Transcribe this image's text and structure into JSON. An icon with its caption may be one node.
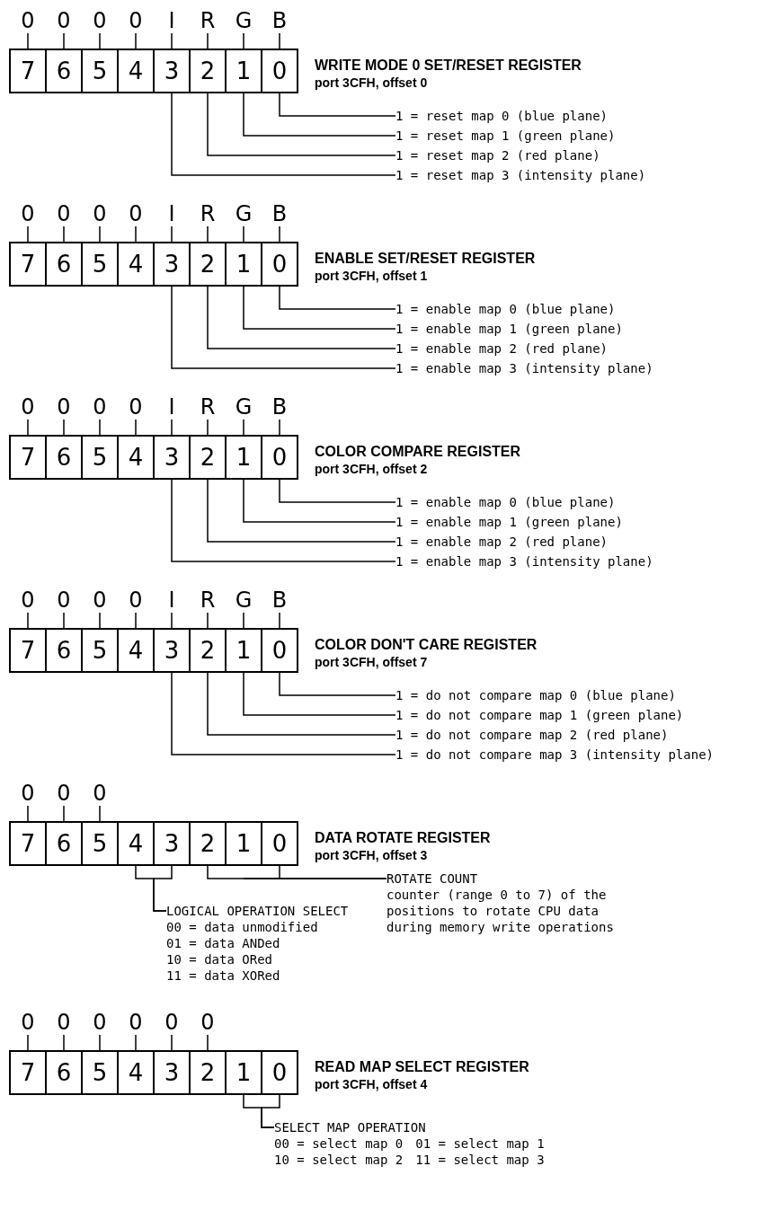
{
  "diagram": {
    "nodes": [
      {
        "text": [
          "WRITE MODE 0 SET/RESET REGISTER",
          "port 3CFH, offset 0"
        ]
      },
      {
        "text": [
          "0"
        ]
      },
      {
        "text": [
          "0"
        ]
      },
      {
        "text": [
          "0"
        ]
      },
      {
        "text": [
          "0"
        ]
      },
      {
        "text": [
          "I"
        ]
      },
      {
        "text": [
          "R"
        ]
      },
      {
        "text": [
          "G"
        ]
      },
      {
        "text": [
          "B"
        ]
      },
      {
        "text": [
          "7"
        ],
        "in": 0
      },
      {
        "text": [
          "6"
        ],
        "in": 0
      },
      {
        "text": [
          "5"
        ],
        "in": 0
      },
      {
        "text": [
          "4"
        ],
        "in": 0
      },
      {
        "text": [
          "3"
        ],
        "in": 0
      },
      {
        "text": [
          "2"
        ],
        "in": 0
      },
      {
        "text": [
          "1"
        ],
        "in": 0
      },
      {
        "text": [
          "0"
        ],
        "in": 0
      },
      {
        "text": [
          "1 = reset map 0 (blue plane)"
        ]
      },
      {
        "text": [
          "1 = reset map 1 (green plane)"
        ]
      },
      {
        "text": [
          "1 = reset map 2 (red plane)"
        ]
      },
      {
        "text": [
          "1 = reset map 3 (intensity plane)"
        ]
      },
      {
        "text": [
          "ENABLE SET/RESET REGISTER",
          "port 3CFH, offset 1"
        ]
      },
      {
        "text": [
          "0"
        ]
      },
      {
        "text": [
          "0"
        ]
      },
      {
        "text": [
          "0"
        ]
      },
      {
        "text": [
          "0"
        ]
      },
      {
        "text": [
          "I"
        ]
      },
      {
        "text": [
          "R"
        ]
      },
      {
        "text": [
          "G"
        ]
      },
      {
        "text": [
          "B"
        ]
      },
      {
        "text": [
          "7"
        ],
        "in": 21
      },
      {
        "text": [
          "6"
        ],
        "in": 21
      },
      {
        "text": [
          "5"
        ],
        "in": 21
      },
      {
        "text": [
          "4"
        ],
        "in": 21
      },
      {
        "text": [
          "3"
        ],
        "in": 21
      },
      {
        "text": [
          "2"
        ],
        "in": 21
      },
      {
        "text": [
          "1"
        ],
        "in": 21
      },
      {
        "text": [
          "0"
        ],
        "in": 21
      },
      {
        "text": [
          "1 = enable map 0 (blue plane)"
        ]
      },
      {
        "text": [
          "1 = enable map 1 (green plane)"
        ]
      },
      {
        "text": [
          "1 = enable map 2 (red plane)"
        ]
      },
      {
        "text": [
          "1 = enable map 3 (intensity plane)"
        ]
      },
      {
        "text": [
          "COLOR COMPARE REGISTER",
          "port 3CFH, offset 2"
        ]
      },
      {
        "text": [
          "0"
        ]
      },
      {
        "text": [
          "0"
        ]
      },
      {
        "text": [
          "0"
        ]
      },
      {
        "text": [
          "0"
        ]
      },
      {
        "text": [
          "I"
        ]
      },
      {
        "text": [
          "R"
        ]
      },
      {
        "text": [
          "G"
        ]
      },
      {
        "text": [
          "B"
        ]
      },
      {
        "text": [
          "7"
        ],
        "in": 42
      },
      {
        "text": [
          "6"
        ],
        "in": 42
      },
      {
        "text": [
          "5"
        ],
        "in": 42
      },
      {
        "text": [
          "4"
        ],
        "in": 42
      },
      {
        "text": [
          "3"
        ],
        "in": 42
      },
      {
        "text": [
          "2"
        ],
        "in": 42
      },
      {
        "text": [
          "1"
        ],
        "in": 42
      },
      {
        "text": [
          "0"
        ],
        "in": 42
      },
      {
        "text": [
          "1 = enable map 0 (blue plane)"
        ]
      },
      {
        "text": [
          "1 = enable map 1 (green plane)"
        ]
      },
      {
        "text": [
          "1 = enable map 2 (red plane)"
        ]
      },
      {
        "text": [
          "1 = enable map 3 (intensity plane)"
        ]
      },
      {
        "text": [
          "COLOR DON'T CARE REGISTER",
          "port 3CFH, offset 7"
        ]
      },
      {
        "text": [
          "0"
        ]
      },
      {
        "text": [
          "0"
        ]
      },
      {
        "text": [
          "0"
        ]
      },
      {
        "text": [
          "0"
        ]
      },
      {
        "text": [
          "I"
        ]
      },
      {
        "text": [
          "R"
        ]
      },
      {
        "text": [
          "G"
        ]
      },
      {
        "text": [
          "B"
        ]
      },
      {
        "text": [
          "7"
        ],
        "in": 63
      },
      {
        "text": [
          "6"
        ],
        "in": 63
      },
      {
        "text": [
          "5"
        ],
        "in": 63
      },
      {
        "text": [
          "4"
        ],
        "in": 63
      },
      {
        "text": [
          "3"
        ],
        "in": 63
      },
      {
        "text": [
          "2"
        ],
        "in": 63
      },
      {
        "text": [
          "1"
        ],
        "in": 63
      },
      {
        "text": [
          "0"
        ],
        "in": 63
      },
      {
        "text": [
          "1 = do not compare map 0 (blue plane)"
        ]
      },
      {
        "text": [
          "1 = do not compare map 1 (green plane)"
        ]
      },
      {
        "text": [
          "1 = do not compare map 2 (red plane)"
        ]
      },
      {
        "text": [
          "1 = do not compare map 3 (intensity plane)"
        ]
      },
      {
        "text": [
          "DATA ROTATE REGISTER",
          "port 3CFH, offset 3"
        ]
      },
      {
        "text": [
          "0"
        ]
      },
      {
        "text": [
          "0"
        ]
      },
      {
        "text": [
          "0"
        ]
      },
      {
        "text": [
          "7"
        ],
        "in": 84
      },
      {
        "text": [
          "6"
        ],
        "in": 84
      },
      {
        "text": [
          "5"
        ],
        "in": 84
      },
      {
        "text": [
          "4"
        ],
        "in": 84
      },
      {
        "text": [
          "3"
        ],
        "in": 84
      },
      {
        "text": [
          "2"
        ],
        "in": 84
      },
      {
        "text": [
          "1"
        ],
        "in": 84
      },
      {
        "text": [
          "0"
        ],
        "in": 84
      },
      {
        "text": [
          "ROTATE COUNT",
          "counter (range 0 to 7) of the positions to rotate CPU data during memory write operations"
        ]
      },
      {
        "text": [
          "LOGICAL OPERATION SELECT",
          "00 = data unmodified",
          "01 = data ANDed",
          "10 = data ORed",
          "11 = data XORed"
        ]
      },
      {
        "text": [
          "READ MAP SELECT REGISTER",
          "port 3CFH, offset 4"
        ]
      },
      {
        "text": [
          "0"
        ]
      },
      {
        "text": [
          "0"
        ]
      },
      {
        "text": [
          "0"
        ]
      },
      {
        "text": [
          "0"
        ]
      },
      {
        "text": [
          "0"
        ]
      },
      {
        "text": [
          "0"
        ]
      },
      {
        "text": [
          "7"
        ],
        "in": 98
      },
      {
        "text": [
          "6"
        ],
        "in": 98
      },
      {
        "text": [
          "5"
        ],
        "in": 98
      },
      {
        "text": [
          "4"
        ],
        "in": 98
      },
      {
        "text": [
          "3"
        ],
        "in": 98
      },
      {
        "text": [
          "2"
        ],
        "in": 98
      },
      {
        "text": [
          "1"
        ],
        "in": 98
      },
      {
        "text": [
          "0"
        ],
        "in": 98
      },
      {
        "text": [
          "SELECT MAP OPERATION",
          "00 = select map 0",
          "01 = select map 1",
          "10 = select map 2",
          "11 = select map 3"
        ]
      }
    ],
    "edges": [
      {
        "from": 1,
        "to": 9,
        "arrow": "none"
      },
      {
        "from": 2,
        "to": 10,
        "arrow": "none"
      },
      {
        "from": 3,
        "to": 11,
        "arrow": "none"
      },
      {
        "from": 4,
        "to": 12,
        "arrow": "none"
      },
      {
        "from": 5,
        "to": 13,
        "arrow": "none"
      },
      {
        "from": 6,
        "to": 14,
        "arrow": "none"
      },
      {
        "from": 7,
        "to": 15,
        "arrow": "none"
      },
      {
        "from": 8,
        "to": 16,
        "arrow": "none"
      },
      {
        "from": 17,
        "to": 16,
        "arrow": "none"
      },
      {
        "from": 18,
        "to": 15,
        "arrow": "none"
      },
      {
        "from": 19,
        "to": 14,
        "arrow": "none"
      },
      {
        "from": 20,
        "to": 13,
        "arrow": "none"
      },
      {
        "from": 22,
        "to": 30,
        "arrow": "none"
      },
      {
        "from": 23,
        "to": 31,
        "arrow": "none"
      },
      {
        "from": 24,
        "to": 32,
        "arrow": "none"
      },
      {
        "from": 25,
        "to": 33,
        "arrow": "none"
      },
      {
        "from": 26,
        "to": 34,
        "arrow": "none"
      },
      {
        "from": 27,
        "to": 35,
        "arrow": "none"
      },
      {
        "from": 28,
        "to": 36,
        "arrow": "none"
      },
      {
        "from": 29,
        "to": 37,
        "arrow": "none"
      },
      {
        "from": 38,
        "to": 37,
        "arrow": "none"
      },
      {
        "from": 39,
        "to": 36,
        "arrow": "none"
      },
      {
        "from": 40,
        "to": 35,
        "arrow": "none"
      },
      {
        "from": 41,
        "to": 34,
        "arrow": "none"
      },
      {
        "from": 43,
        "to": 51,
        "arrow": "none"
      },
      {
        "from": 44,
        "to": 52,
        "arrow": "none"
      },
      {
        "from": 45,
        "to": 53,
        "arrow": "none"
      },
      {
        "from": 46,
        "to": 54,
        "arrow": "none"
      },
      {
        "from": 47,
        "to": 55,
        "arrow": "none"
      },
      {
        "from": 48,
        "to": 56,
        "arrow": "none"
      },
      {
        "from": 49,
        "to": 57,
        "arrow": "none"
      },
      {
        "from": 50,
        "to": 58,
        "arrow": "none"
      },
      {
        "from": 59,
        "to": 58,
        "arrow": "none"
      },
      {
        "from": 60,
        "to": 57,
        "arrow": "none"
      },
      {
        "from": 61,
        "to": 56,
        "arrow": "none"
      },
      {
        "from": 62,
        "to": 55,
        "arrow": "none"
      },
      {
        "from": 64,
        "to": 72,
        "arrow": "none"
      },
      {
        "from": 65,
        "to": 73,
        "arrow": "none"
      },
      {
        "from": 66,
        "to": 74,
        "arrow": "none"
      },
      {
        "from": 67,
        "to": 75,
        "arrow": "none"
      },
      {
        "from": 68,
        "to": 76,
        "arrow": "none"
      },
      {
        "from": 69,
        "to": 77,
        "arrow": "none"
      },
      {
        "from": 70,
        "to": 78,
        "arrow": "none"
      },
      {
        "from": 71,
        "to": 79,
        "arrow": "none"
      },
      {
        "from": 80,
        "to": 79,
        "arrow": "none"
      },
      {
        "from": 81,
        "to": 78,
        "arrow": "none"
      },
      {
        "from": 82,
        "to": 77,
        "arrow": "none"
      },
      {
        "from": 83,
        "to": 76,
        "arrow": "none"
      },
      {
        "from": 85,
        "to": 88,
        "arrow": "none"
      },
      {
        "from": 86,
        "to": 89,
        "arrow": "none"
      },
      {
        "from": 87,
        "to": 90,
        "arrow": "none"
      },
      {
        "from": 96,
        "to": 93,
        "arrow": "none"
      },
      {
        "from": 96,
        "to": 95,
        "arrow": "none"
      },
      {
        "from": 97,
        "to": 91,
        "arrow": "none"
      },
      {
        "from": 97,
        "to": 92,
        "arrow": "none"
      },
      {
        "from": 99,
        "to": 105,
        "arrow": "none"
      },
      {
        "from": 100,
        "to": 106,
        "arrow": "none"
      },
      {
        "from": 101,
        "to": 107,
        "arrow": "none"
      },
      {
        "from": 102,
        "to": 108,
        "arrow": "none"
      },
      {
        "from": 103,
        "to": 109,
        "arrow": "none"
      },
      {
        "from": 104,
        "to": 110,
        "arrow": "none"
      },
      {
        "from": 113,
        "to": 111,
        "arrow": "none"
      },
      {
        "from": 113,
        "to": 112,
        "arrow": "none"
      }
    ]
  }
}
